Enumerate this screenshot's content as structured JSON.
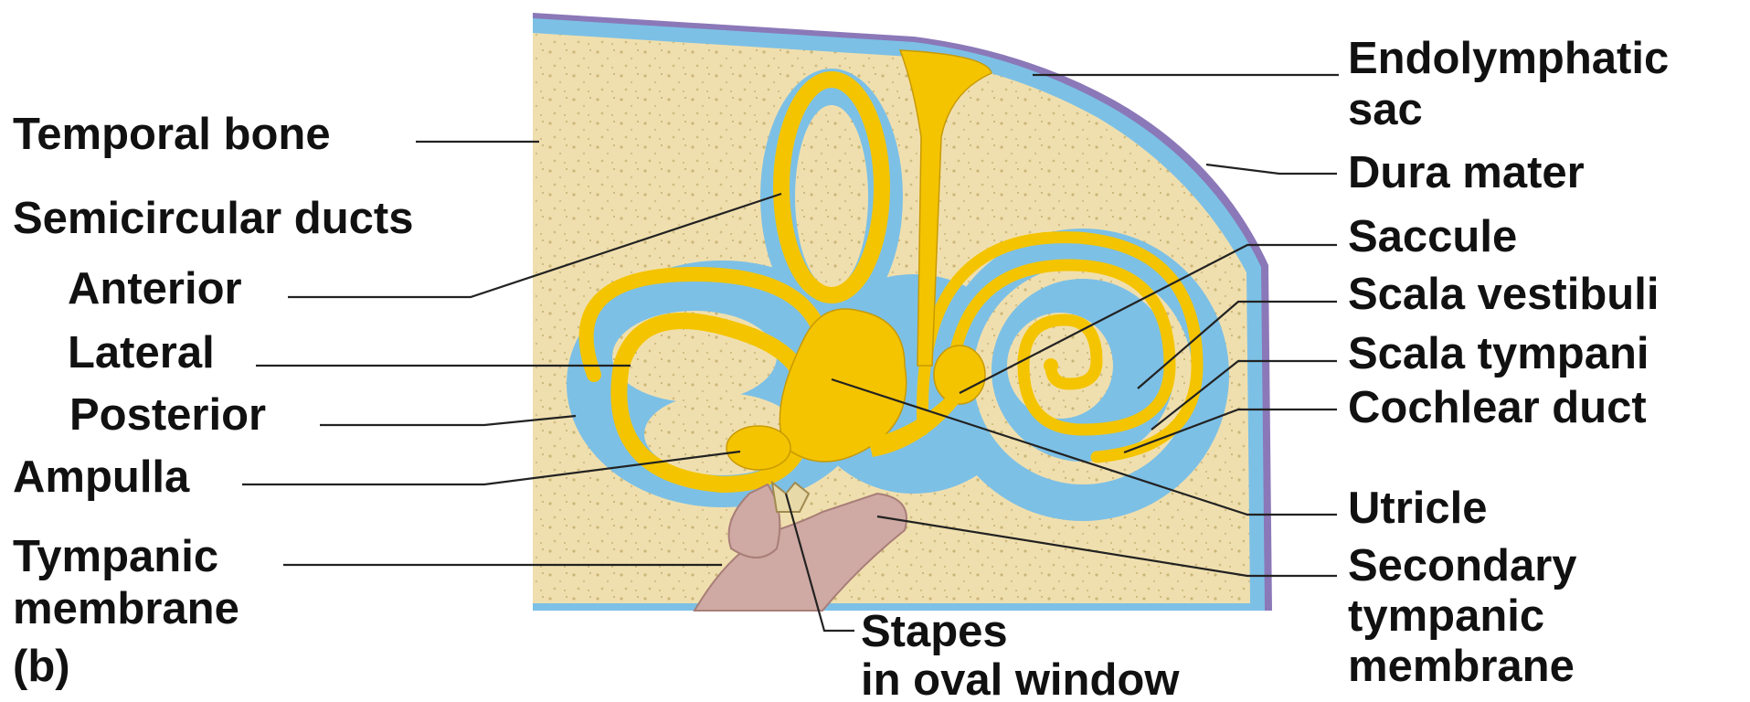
{
  "panel_label": "(b)",
  "colors": {
    "bone": "#f0dfae",
    "bone_speckle": "#c9b67a",
    "perilymph": "#7cc0e6",
    "membranous_labyrinth": "#f4c400",
    "membrane_outline": "#c89a00",
    "dura": "#8b78b8",
    "ossicle": "#cfa9a3",
    "label_text": "#111111"
  },
  "labels_left": {
    "temporal_bone": "Temporal bone",
    "semicircular_ducts": "Semicircular ducts",
    "anterior": "Anterior",
    "lateral": "Lateral",
    "posterior": "Posterior",
    "ampulla": "Ampulla",
    "tympanic_line1": "Tympanic",
    "tympanic_line2": "membrane"
  },
  "labels_right": {
    "endolymphatic_line1": "Endolymphatic",
    "endolymphatic_line2": "sac",
    "dura_mater": "Dura mater",
    "saccule": "Saccule",
    "scala_vestibuli": "Scala vestibuli",
    "scala_tympani": "Scala tympani",
    "cochlear_duct": "Cochlear duct",
    "utricle": "Utricle",
    "secondary_line1": "Secondary",
    "secondary_line2": "tympanic",
    "secondary_line3": "membrane"
  },
  "labels_bottom": {
    "stapes_line1": "Stapes",
    "stapes_line2": "in oval window"
  }
}
